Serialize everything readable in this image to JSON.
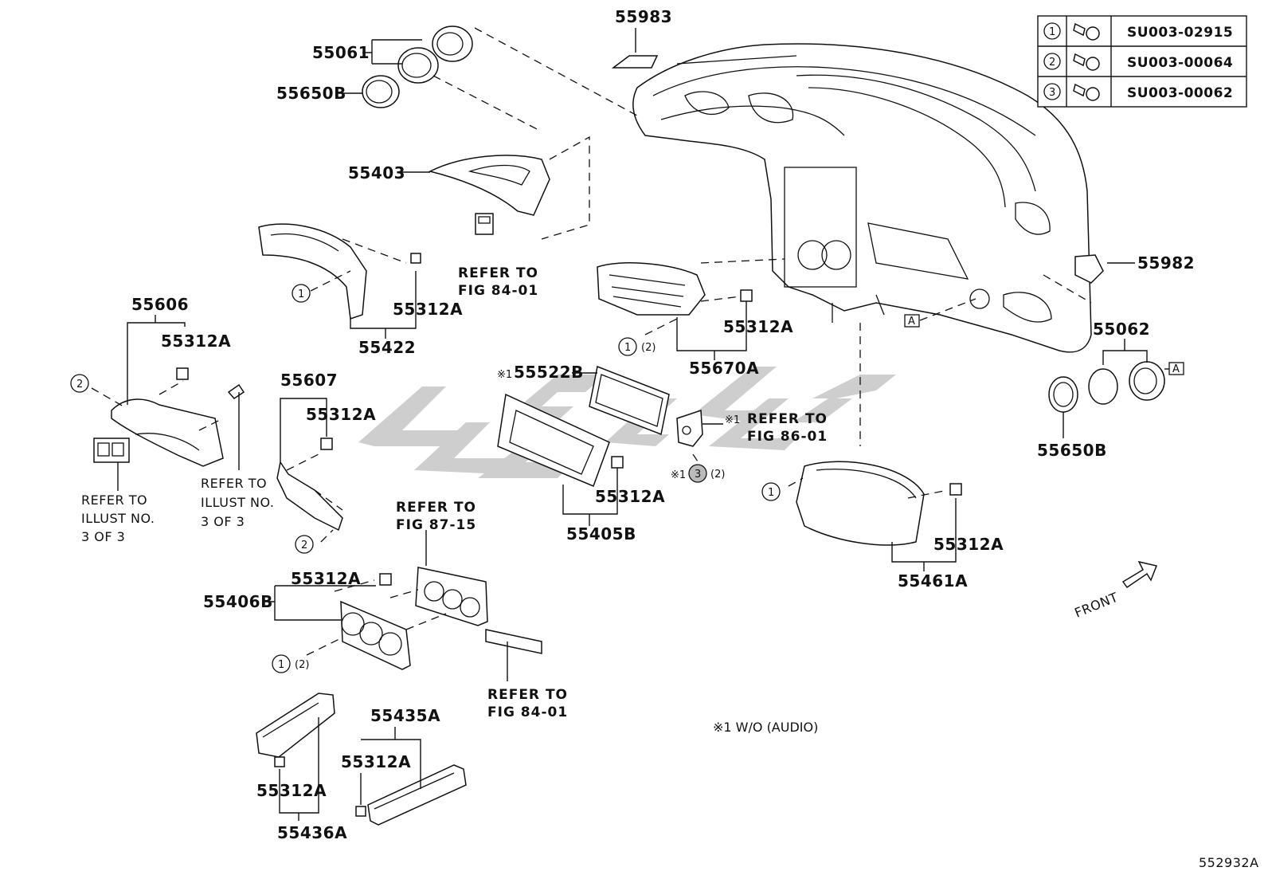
{
  "diagram_id": "552932A",
  "watermark_text": "",
  "fastener_table": [
    {
      "ref": "1",
      "part": "SU003-02915"
    },
    {
      "ref": "2",
      "part": "SU003-00064"
    },
    {
      "ref": "3",
      "part": "SU003-00062"
    }
  ],
  "labels": {
    "p55983": "55983",
    "p55061": "55061",
    "p55650B_top": "55650B",
    "p55403": "55403",
    "p55312A_a": "55312A",
    "p55422": "55422",
    "p55606": "55606",
    "p55312A_b": "55312A",
    "p55607": "55607",
    "p55312A_c": "55312A",
    "p55982": "55982",
    "p55312A_d": "55312A",
    "p55670A": "55670A",
    "p55062": "55062",
    "p55650B_right": "55650B",
    "p55522B": "55522B",
    "p55312A_e": "55312A",
    "p55405B": "55405B",
    "p55312A_f": "55312A",
    "p55461A": "55461A",
    "p55406B": "55406B",
    "p55312A_g": "55312A",
    "p55435A": "55435A",
    "p55312A_h": "55312A",
    "p55312A_i": "55312A",
    "p55436A": "55436A"
  },
  "refs": {
    "fig8401_a": [
      "REFER TO",
      "FIG 84-01"
    ],
    "fig8601": [
      "REFER TO",
      "FIG 86-01"
    ],
    "fig8715": [
      "REFER TO",
      "FIG 87-15"
    ],
    "fig8401_b": [
      "REFER TO",
      "FIG 84-01"
    ],
    "illust_a": [
      "REFER TO",
      "ILLUST NO.",
      "3 OF 3"
    ],
    "illust_b": [
      "REFER TO",
      "ILLUST NO.",
      "3 OF 3"
    ]
  },
  "callouts": {
    "circle1": "1",
    "circle2": "2",
    "circle3": "3",
    "qty2": "(2)",
    "mark": "※1",
    "markA": "A"
  },
  "note": "※1  W/O (AUDIO)",
  "front_label": "FRONT"
}
